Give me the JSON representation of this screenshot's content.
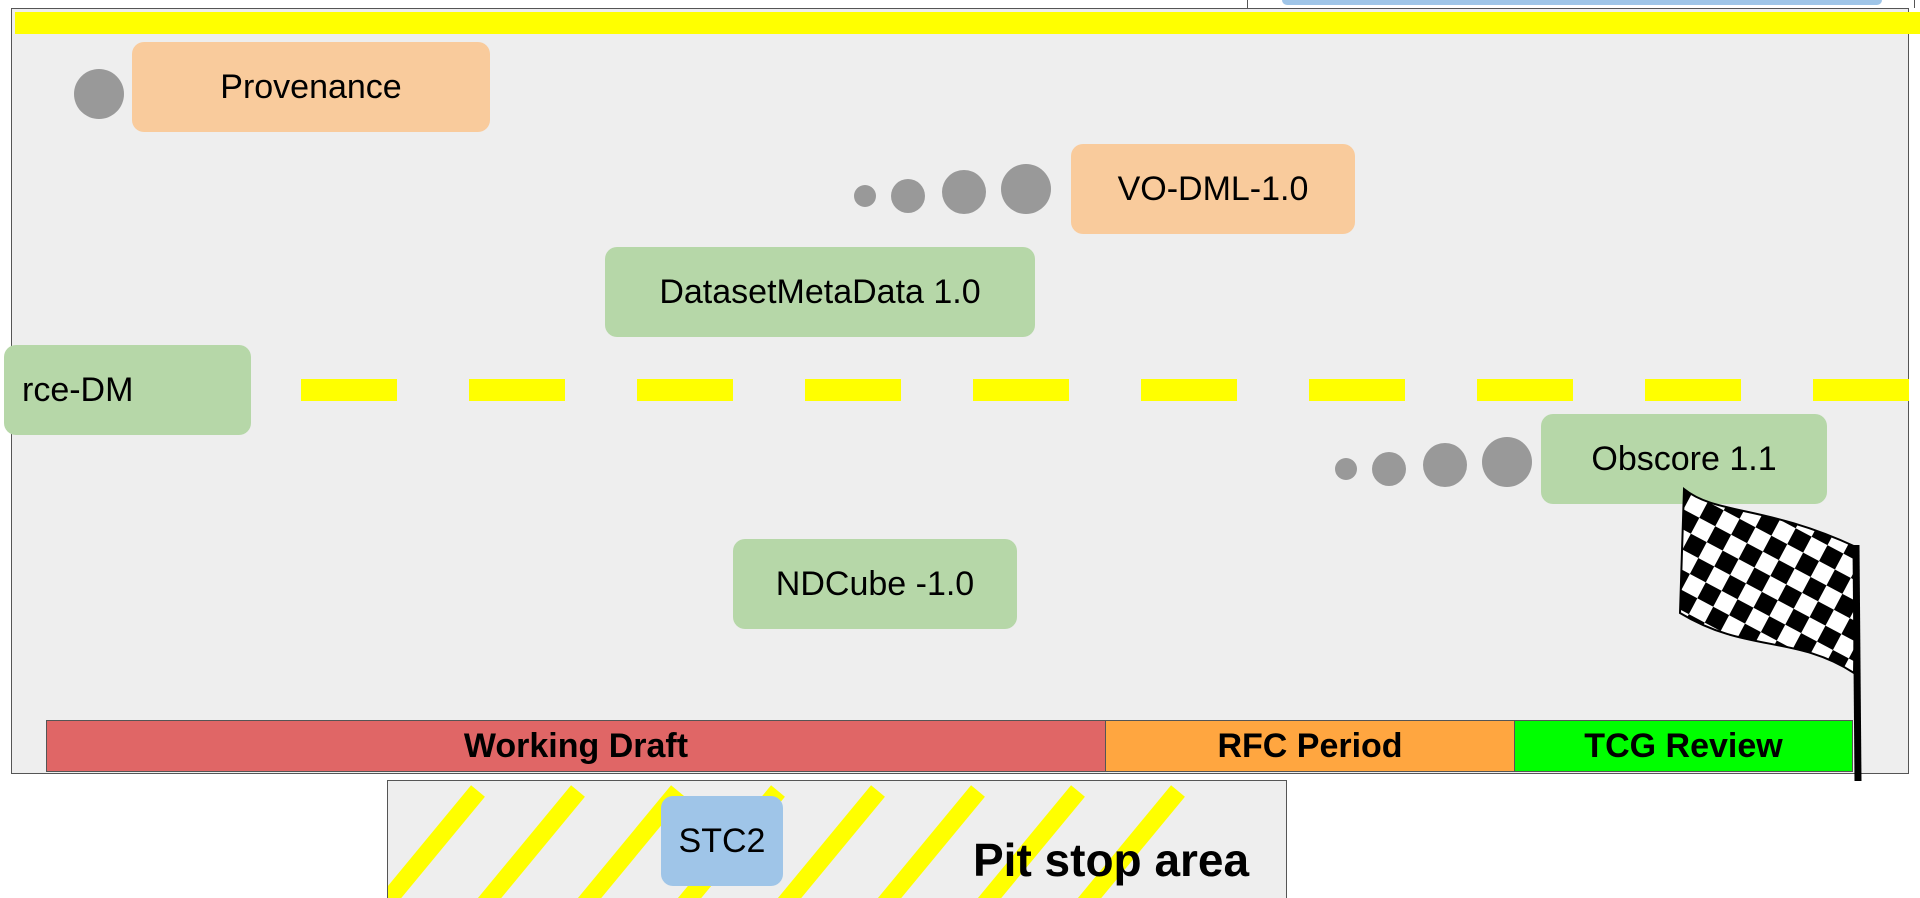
{
  "nodes": {
    "provenance": "Provenance",
    "vodml": "VO-DML-1.0",
    "dataset": "DatasetMetaData 1.0",
    "source_dm": "rce-DM",
    "obscore": "Obscore 1.1",
    "ndcube": "NDCube -1.0",
    "stc2": "STC2"
  },
  "phases": {
    "working_draft": "Working Draft",
    "rfc_period": "RFC Period",
    "tcg_review": "TCG Review"
  },
  "pit_stop": {
    "label": "Pit stop area"
  },
  "colors": {
    "track_bg": "#eeeeee",
    "lane_yellow": "#ffff00",
    "node_orange": "#f9cb9c",
    "node_green": "#b6d7a8",
    "node_blue": "#9fc5e8",
    "working_draft": "#e06666",
    "rfc_period": "#ffa640",
    "tcg_review": "#00ff00",
    "progress_dot": "#999999"
  },
  "icons": [
    "checkered-flag-icon"
  ]
}
